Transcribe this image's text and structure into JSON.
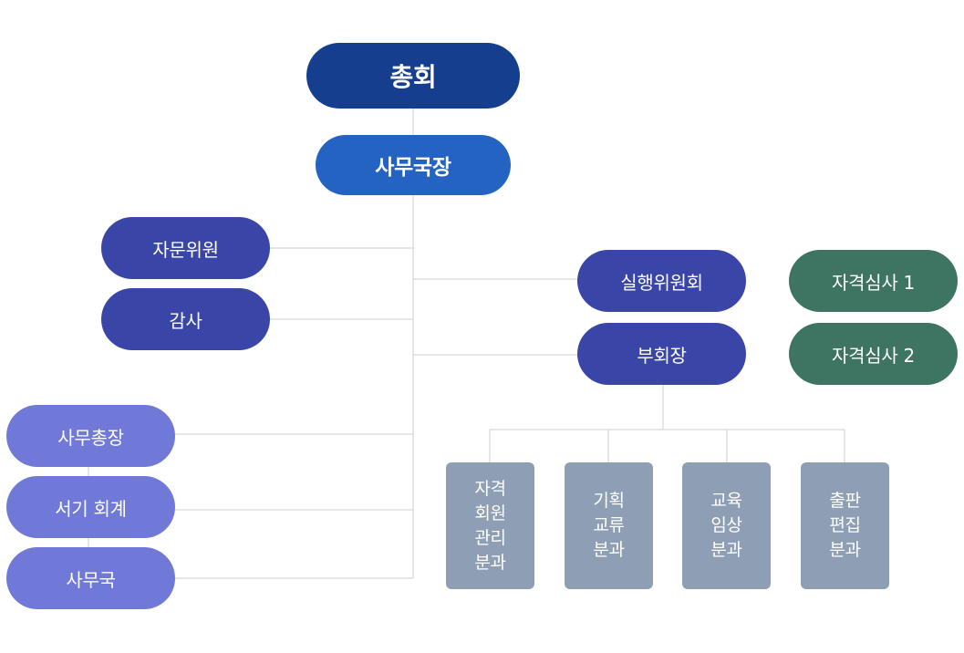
{
  "org_chart": {
    "general_assembly": "총회",
    "secretary_general": "사무국장",
    "advisory_committee": "자문위원",
    "auditor": "감사",
    "executive_committee": "실행위원회",
    "vice_president": "부회장",
    "qualification_review_1": "자격심사 1",
    "qualification_review_2": "자격심사 2",
    "general_affairs": "사무총장",
    "secretary_accounting": "서기 회계",
    "secretariat": "사무국",
    "subcommittees": [
      {
        "label": "자격\n회원\n관리\n분과"
      },
      {
        "label": "기획\n교류\n분과"
      },
      {
        "label": "교육\n임상\n분과"
      },
      {
        "label": "출판\n편집\n분과"
      }
    ]
  }
}
